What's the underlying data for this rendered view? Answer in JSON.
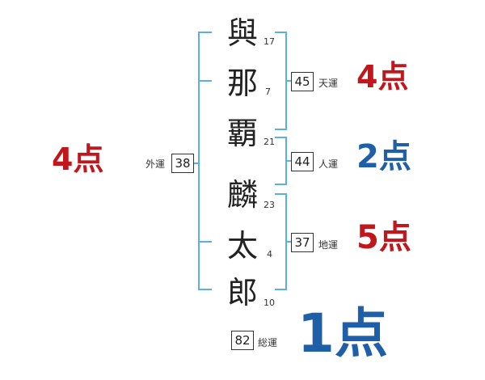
{
  "name_chars": [
    {
      "char": "與",
      "strokes": "17"
    },
    {
      "char": "那",
      "strokes": "7"
    },
    {
      "char": "覇",
      "strokes": "21"
    },
    {
      "char": "麟",
      "strokes": "23"
    },
    {
      "char": "太",
      "strokes": "4"
    },
    {
      "char": "郎",
      "strokes": "10"
    }
  ],
  "tenkaku": {
    "value": "45",
    "label": "天運",
    "score": "4点",
    "score_color": "#c0161c"
  },
  "jinkaku": {
    "value": "44",
    "label": "人運",
    "score": "2点",
    "score_color": "#1f5fa8"
  },
  "chikaku": {
    "value": "37",
    "label": "地運",
    "score": "5点",
    "score_color": "#c0161c"
  },
  "gaikaku": {
    "value": "38",
    "label": "外運",
    "score": "4点",
    "score_color": "#c0161c"
  },
  "soukaku": {
    "value": "82",
    "label": "総運",
    "score": "1点",
    "score_color": "#1f5fa8"
  },
  "colors": {
    "bracket": "#5ab0e0",
    "box_border": "#333333"
  }
}
